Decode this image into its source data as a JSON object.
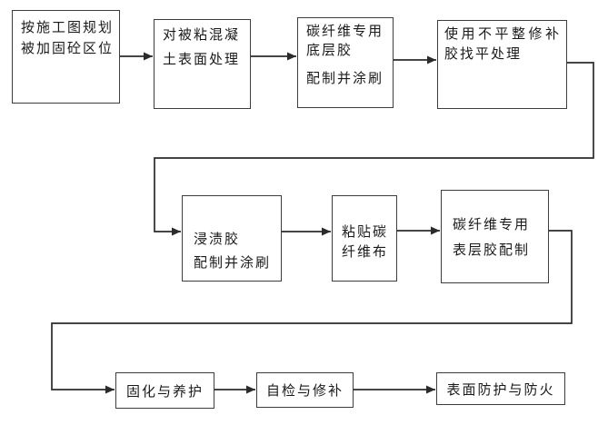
{
  "diagram": {
    "type": "flowchart",
    "colors": {
      "background": "#ffffff",
      "box_border": "#3d3d3d",
      "connector": "#2b2b2b",
      "text": "#1a1a1a"
    },
    "steps": {
      "s1": {
        "l1": "按施工图规划",
        "l2": "被加固砼区位"
      },
      "s2": {
        "l1": "对被粘混凝",
        "l2": "土表面处理"
      },
      "s3": {
        "l1": "碳纤维专用",
        "l2": "底层胶",
        "l3": "配制并涂刷"
      },
      "s4": {
        "l1": "使用不平整修补",
        "l2": "胶找平处理"
      },
      "s5": {
        "l1": "浸渍胶",
        "l2": "配制并涂刷"
      },
      "s6": {
        "l1": "粘贴碳",
        "l2": "纤维布"
      },
      "s7": {
        "l1": "碳纤维专用",
        "l2": "表层胶配制"
      },
      "s8": {
        "l1": "固化与养护"
      },
      "s9": {
        "l1": "自检与修补"
      },
      "s10": {
        "l1": "表面防护与防火"
      }
    }
  }
}
